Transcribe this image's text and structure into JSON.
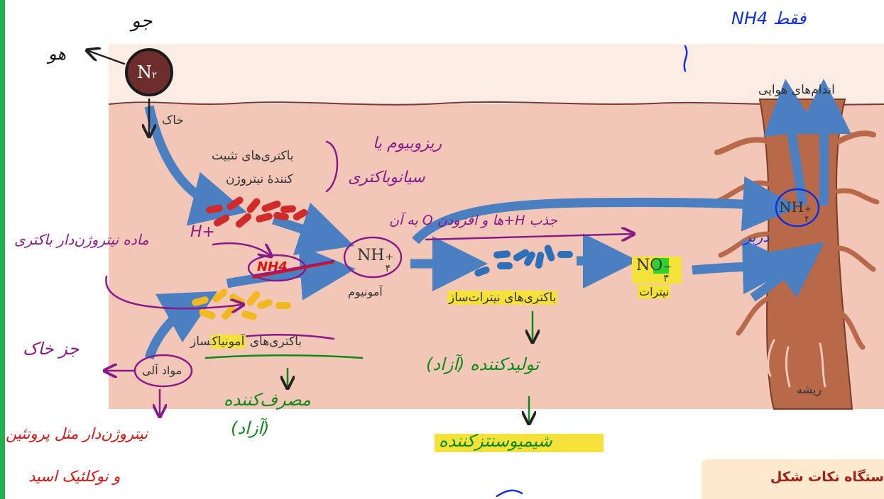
{
  "labels": {
    "n2": "N",
    "n2_sub": "۲",
    "soil": "خاک",
    "aerial_organs": "اندام‌های هوایی",
    "fixing_bacteria_1": "باکتری‌های تثبیت",
    "fixing_bacteria_2": "کنندۀ نیتروژن",
    "ammonium_formula": "NH",
    "ammonium_sup": "+",
    "ammonium_sub": "۴",
    "ammonium": "آمونیوم",
    "nitrifying_bacteria": "باکتری‌های نیترات‌ساز",
    "nitrate_formula": "NO",
    "nitrate_sup": "−",
    "nitrate_sub": "۳",
    "nitrate": "نیترات",
    "ammonifying_prefix": "باکتری‌های ",
    "ammonifying_highlight": "آمونیاک",
    "ammonifying_suffix": "ساز",
    "organic_matter": "مواد آلی",
    "root": "ریشه",
    "root_nh4_formula": "NH",
    "root_nh4_sup": "+",
    "root_nh4_sub": "۴",
    "bottom_title": "ستگاه نکات شکل"
  },
  "annotations": {
    "jav": "جو",
    "hava": "هو",
    "only_nh4": "NH4 فقط",
    "rhizobium": "ریزوبیوم یا",
    "cyanobacteria": "سیانوباکتری",
    "h_plus": "H+",
    "nh4_circle": "NH4",
    "nitrogenous_matter": "ماده نیتروژن‌دار باکتری",
    "h_absorb": "جذب H+ها و افزودن O به آن",
    "darbar": "دربر",
    "soil_particles": "جز خاک",
    "nitrogen_compounds_1": "نیتروژن‌دار مثل پروتئین",
    "nitrogen_compounds_2": "و نوکلئیک اسید",
    "consumer": "مصرف‌کننده",
    "free1": "(آزاد)",
    "producer": "تولیدکننده (آزاد)",
    "chemosynthetic": "شیمیوسنتزکننده"
  },
  "colors": {
    "panel": "#fbece4",
    "soil": "#f2c7b7",
    "arrow": "#4a7fc1",
    "root": "#b7694a",
    "n2_circle": "#6e2d2d",
    "purple_ink": "#8a1a8a",
    "green_ink": "#0d8a1a",
    "blue_ink": "#1030e0",
    "red_ink": "#e01010",
    "highlight": "#f4e23a",
    "no3_green": "#2fd12f"
  }
}
